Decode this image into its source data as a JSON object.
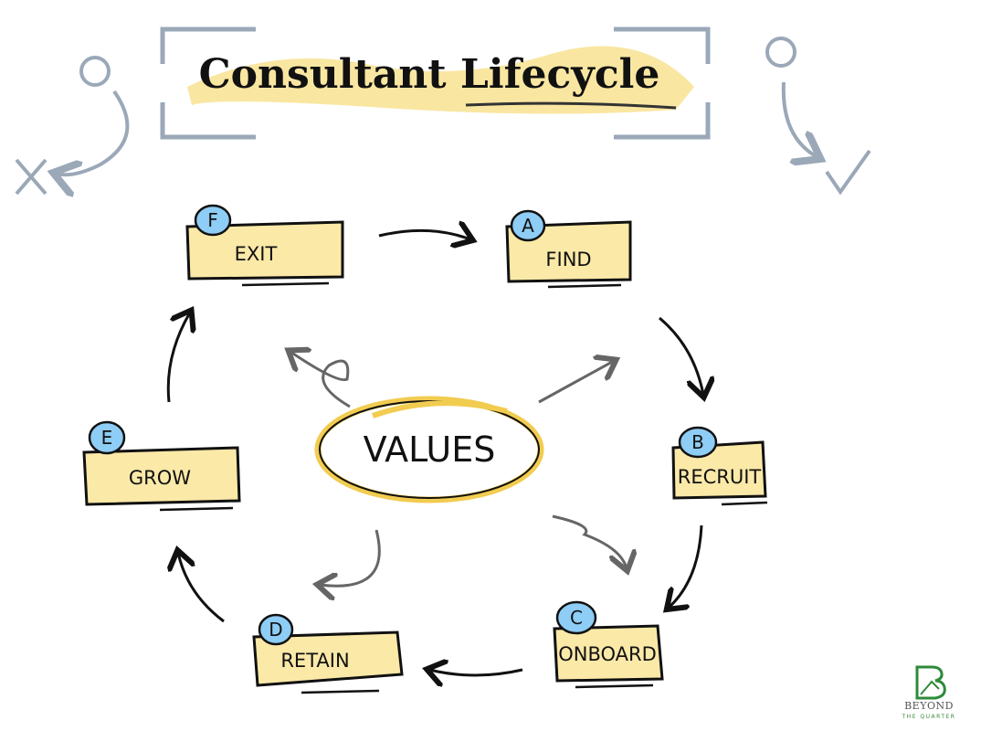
{
  "title": "Consultant Lifecycle",
  "center": "VALUES",
  "stages": [
    {
      "letter": "A",
      "label": "FIND"
    },
    {
      "letter": "B",
      "label": "RECRUIT"
    },
    {
      "letter": "C",
      "label": "ONBOARD"
    },
    {
      "letter": "D",
      "label": "RETAIN"
    },
    {
      "letter": "E",
      "label": "GROW"
    },
    {
      "letter": "F",
      "label": "EXIT"
    }
  ],
  "logo": {
    "line1": "BEYOND",
    "line2": "THE QUARTER"
  },
  "colors": {
    "box": "#fbe9a8",
    "badge": "#8ecdf5",
    "highlight": "#f8d870",
    "bracket": "#9aa8b8",
    "logo": "#2e8b3a"
  }
}
